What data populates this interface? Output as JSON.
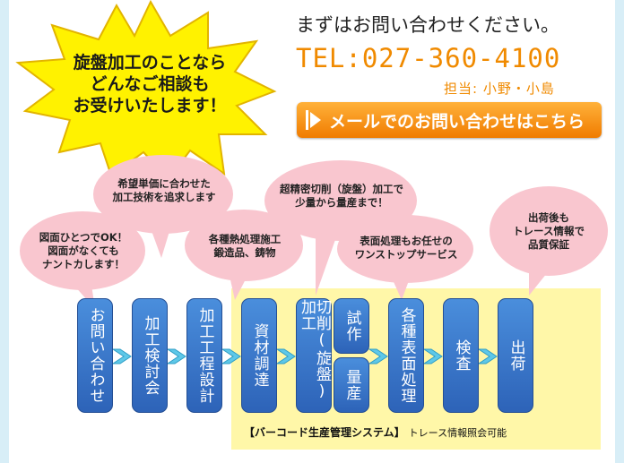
{
  "burst": {
    "lines": [
      "旋盤加工のことなら",
      "どんなご相談も",
      "お受けいたします！"
    ]
  },
  "contact": {
    "heading": "まずはお問い合わせください。",
    "tel": "TEL:027-360-4100",
    "staff": "担当: 小野・小島",
    "mail_button": "メールでのお問い合わせはこちら"
  },
  "bubbles": [
    {
      "lines": [
        "図面ひとつでOK！",
        "図面がなくても",
        "ナントカします！"
      ]
    },
    {
      "lines": [
        "希望単価に合わせた",
        "加工技術を追求します"
      ]
    },
    {
      "lines": [
        "各種熱処理施工",
        "鍛造品、鋳物"
      ]
    },
    {
      "lines": [
        "超精密切削（旋盤）加工で",
        "少量から量産まで！"
      ]
    },
    {
      "lines": [
        "表面処理もお任せの",
        "ワンストップサービス"
      ]
    },
    {
      "lines": [
        "出荷後も",
        "トレース情報で",
        "品質保証"
      ]
    }
  ],
  "steps": [
    "お問い合わせ",
    "加工検討会",
    "加工工程設計",
    "資材調達",
    "切削(旋盤)加工",
    "試作",
    "量産",
    "各種表面処理",
    "検査",
    "出荷"
  ],
  "barcode": {
    "main": "【バーコード生産管理システム】",
    "sub": "トレース情報照会可能"
  },
  "colors": {
    "accent_orange": "#f08a00",
    "step_blue": "#3a78cc",
    "bubble_pink": "#f9c6cf",
    "burst_yellow": "#fff200",
    "highlight_yellow": "#fff7a8",
    "background": "#d8eef7"
  }
}
